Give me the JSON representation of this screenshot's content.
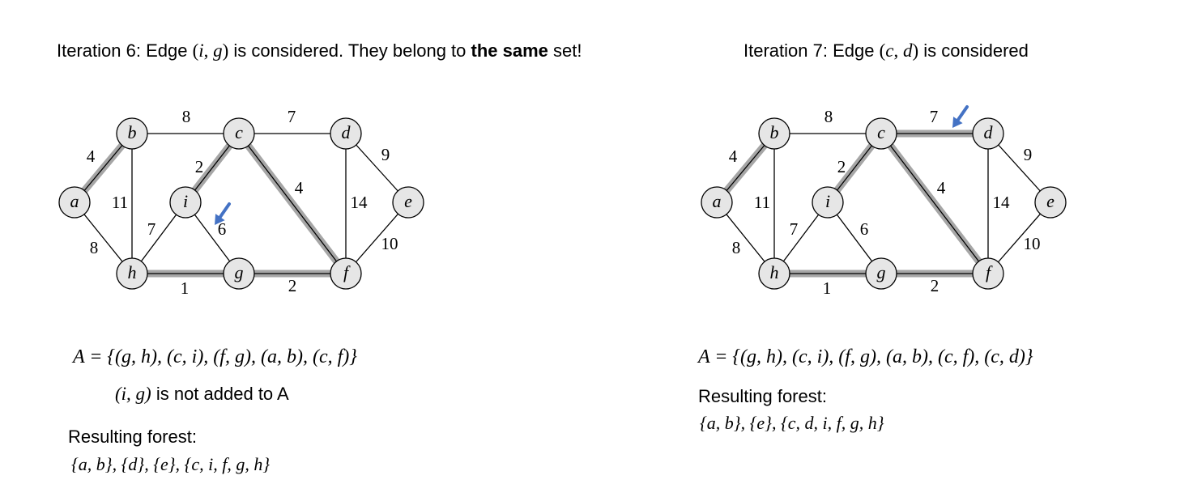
{
  "left": {
    "heading_prefix": "Iteration 6:   Edge ",
    "heading_edge_open": "(",
    "heading_edge_u": "i",
    "heading_edge_sep": ", ",
    "heading_edge_v": "g",
    "heading_edge_close": ")",
    "heading_mid": " is considered. They belong to ",
    "heading_bold": "the same",
    "heading_suffix": " set!",
    "set_A": "A = {(g, h), (c, i), (f, g), (a, b), (c, f)}",
    "note_edge": "(i, g)",
    "note_text": " is not added to A",
    "forest_label": "Resulting forest:",
    "forest": "{a, b}, {d}, {e}, {c, i, f, g, h}"
  },
  "right": {
    "heading_prefix": "Iteration 7:   Edge ",
    "heading_edge_open": "(",
    "heading_edge_u": "c",
    "heading_edge_sep": ", ",
    "heading_edge_v": "d",
    "heading_edge_close": ")",
    "heading_suffix": " is considered",
    "set_A": "A = {(g, h), (c, i), (f, g), (a, b), (c, f), (c, d)}",
    "forest_label": "Resulting forest:",
    "forest": "{a, b}, {e}, {c, d, i, f, g, h}"
  },
  "graph": {
    "vertices": [
      "a",
      "b",
      "c",
      "d",
      "e",
      "f",
      "g",
      "h",
      "i"
    ],
    "edges": [
      {
        "u": "a",
        "v": "b",
        "w": "4"
      },
      {
        "u": "b",
        "v": "c",
        "w": "8"
      },
      {
        "u": "c",
        "v": "d",
        "w": "7"
      },
      {
        "u": "d",
        "v": "e",
        "w": "9"
      },
      {
        "u": "b",
        "v": "h",
        "w": "11"
      },
      {
        "u": "c",
        "v": "i",
        "w": "2"
      },
      {
        "u": "c",
        "v": "f",
        "w": "4"
      },
      {
        "u": "d",
        "v": "f",
        "w": "14"
      },
      {
        "u": "e",
        "v": "f",
        "w": "10"
      },
      {
        "u": "a",
        "v": "h",
        "w": "8"
      },
      {
        "u": "h",
        "v": "i",
        "w": "7"
      },
      {
        "u": "i",
        "v": "g",
        "w": "6"
      },
      {
        "u": "h",
        "v": "g",
        "w": "1"
      },
      {
        "u": "g",
        "v": "f",
        "w": "2"
      }
    ]
  },
  "iteration6": {
    "tree_edges": [
      "a-b",
      "c-i",
      "c-f",
      "h-g",
      "g-f"
    ],
    "considered_edge": "i-g"
  },
  "iteration7": {
    "tree_edges": [
      "a-b",
      "c-i",
      "c-f",
      "h-g",
      "g-f",
      "c-d"
    ],
    "considered_edge": "c-d"
  },
  "colors": {
    "highlight": "#a6a6a6",
    "arrow": "#4472c4",
    "vertex_fill": "#e6e6e6"
  }
}
